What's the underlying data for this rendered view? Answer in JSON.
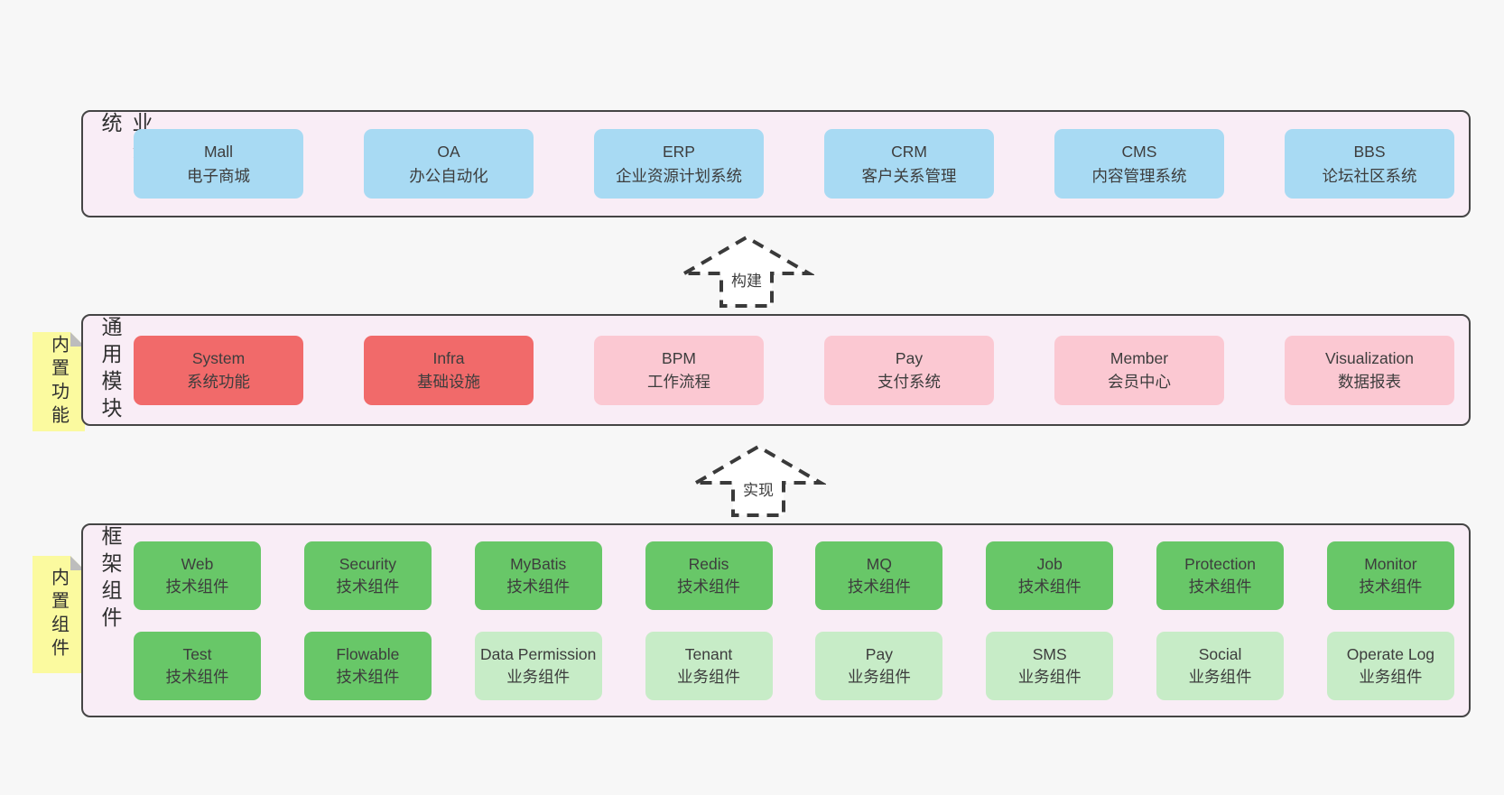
{
  "layers": {
    "business": {
      "label": "业务系统",
      "items": [
        {
          "name": "Mall",
          "desc": "电子商城"
        },
        {
          "name": "OA",
          "desc": "办公自动化"
        },
        {
          "name": "ERP",
          "desc": "企业资源计划系统"
        },
        {
          "name": "CRM",
          "desc": "客户关系管理"
        },
        {
          "name": "CMS",
          "desc": "内容管理系统"
        },
        {
          "name": "BBS",
          "desc": "论坛社区系统"
        }
      ]
    },
    "modules": {
      "label": "通用模块",
      "sticky": "内置功能",
      "items": [
        {
          "name": "System",
          "desc": "系统功能"
        },
        {
          "name": "Infra",
          "desc": "基础设施"
        },
        {
          "name": "BPM",
          "desc": "工作流程"
        },
        {
          "name": "Pay",
          "desc": "支付系统"
        },
        {
          "name": "Member",
          "desc": "会员中心"
        },
        {
          "name": "Visualization",
          "desc": "数据报表"
        }
      ]
    },
    "components": {
      "label": "框架组件",
      "sticky": "内置组件",
      "row1": [
        {
          "name": "Web",
          "desc": "技术组件"
        },
        {
          "name": "Security",
          "desc": "技术组件"
        },
        {
          "name": "MyBatis",
          "desc": "技术组件"
        },
        {
          "name": "Redis",
          "desc": "技术组件"
        },
        {
          "name": "MQ",
          "desc": "技术组件"
        },
        {
          "name": "Job",
          "desc": "技术组件"
        },
        {
          "name": "Protection",
          "desc": "技术组件"
        },
        {
          "name": "Monitor",
          "desc": "技术组件"
        }
      ],
      "row2": [
        {
          "name": "Test",
          "desc": "技术组件"
        },
        {
          "name": "Flowable",
          "desc": "技术组件"
        },
        {
          "name": "Data Permission",
          "desc": "业务组件"
        },
        {
          "name": "Tenant",
          "desc": "业务组件"
        },
        {
          "name": "Pay",
          "desc": "业务组件"
        },
        {
          "name": "SMS",
          "desc": "业务组件"
        },
        {
          "name": "Social",
          "desc": "业务组件"
        },
        {
          "name": "Operate Log",
          "desc": "业务组件"
        }
      ]
    }
  },
  "arrows": {
    "build": "构建",
    "implement": "实现"
  },
  "colors": {
    "page_bg": "#f7f7f7",
    "container_bg": "#f9edf6",
    "container_border": "#454545",
    "business_box": "#a8daf3",
    "module_core_box": "#f16a6a",
    "module_optional_box": "#fbc8d2",
    "tech_component_box": "#68c768",
    "biz_component_box": "#c7ecc7",
    "sticky_note": "#fbfa9f",
    "sticky_fold": "#bdbdbd",
    "text": "#3d3d3d"
  }
}
